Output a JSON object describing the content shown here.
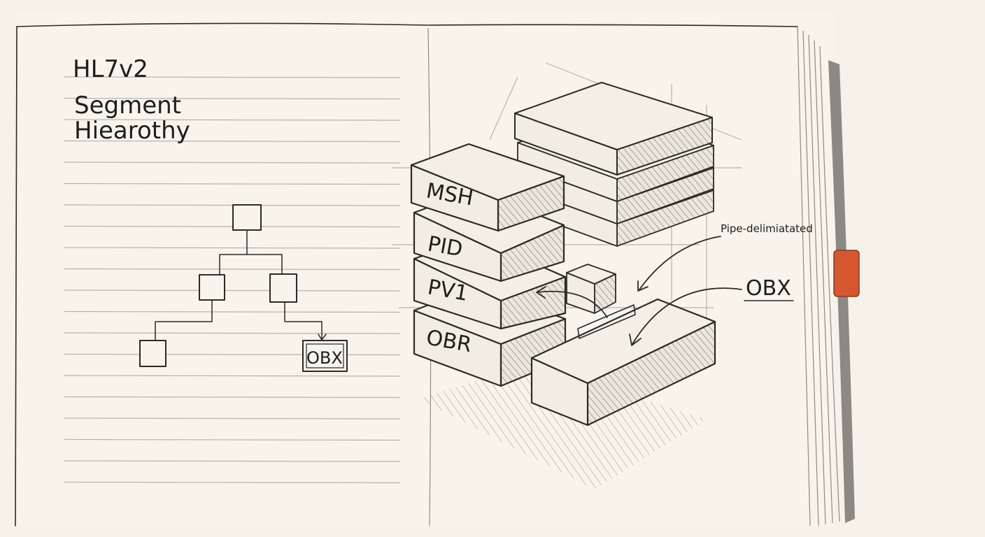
{
  "notebook": {
    "title_line1": "HL7v2",
    "title_line2": "Segment",
    "title_line3": "Hiearothy"
  },
  "tree": {
    "leaf_label": "OBX"
  },
  "stack": {
    "segments": [
      "MSH",
      "PID",
      "PV1",
      "OBR"
    ]
  },
  "annotations": {
    "pipe_note": "Pipe-delimiatated",
    "obx_callout": "OBX"
  },
  "colors": {
    "paper": "#f6f2ea",
    "ink": "#2b2a28",
    "bookmark": "#d4572f"
  }
}
